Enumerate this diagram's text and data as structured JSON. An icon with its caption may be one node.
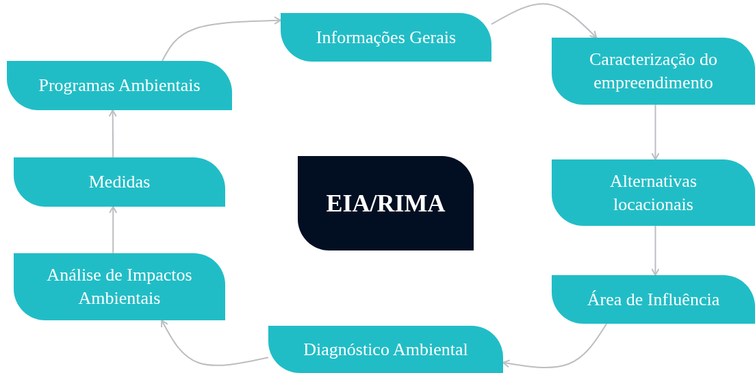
{
  "diagram": {
    "nodes": [
      {
        "text": [
          "EIA/RIMA"
        ]
      },
      {
        "text": [
          "Informações Gerais"
        ]
      },
      {
        "text": [
          "Caracterização do empreendimento"
        ]
      },
      {
        "text": [
          "Alternativas locacionais"
        ]
      },
      {
        "text": [
          "Área de Influência"
        ]
      },
      {
        "text": [
          "Diagnóstico Ambiental"
        ]
      },
      {
        "text": [
          "Análise de Impactos Ambientais"
        ]
      },
      {
        "text": [
          "Medidas"
        ]
      },
      {
        "text": [
          "Programas Ambientais"
        ]
      }
    ],
    "edges": [
      {
        "from": 8,
        "to": 1,
        "arrow": "to"
      },
      {
        "from": 1,
        "to": 2,
        "arrow": "to"
      },
      {
        "from": 2,
        "to": 3,
        "arrow": "to"
      },
      {
        "from": 3,
        "to": 4,
        "arrow": "to"
      },
      {
        "from": 4,
        "to": 5,
        "arrow": "to"
      },
      {
        "from": 5,
        "to": 6,
        "arrow": "to"
      },
      {
        "from": 6,
        "to": 7,
        "arrow": "to"
      },
      {
        "from": 7,
        "to": 8,
        "arrow": "to"
      }
    ]
  }
}
